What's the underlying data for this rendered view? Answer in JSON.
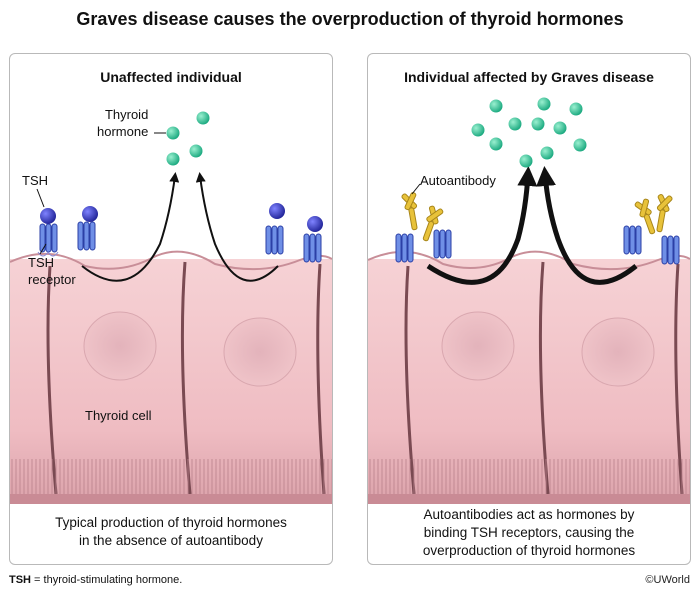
{
  "title": "Graves disease causes the overproduction of thyroid hormones",
  "left_panel": {
    "heading": "Unaffected individual",
    "label_thyroid_hormone_line1": "Thyroid",
    "label_thyroid_hormone_line2": "hormone",
    "label_tsh": "TSH",
    "label_tsh_receptor_line1": "TSH",
    "label_tsh_receptor_line2": "receptor",
    "label_thyroid_cell": "Thyroid cell",
    "caption_line1": "Typical production of thyroid hormones",
    "caption_line2": "in the absence of autoantibody"
  },
  "right_panel": {
    "heading": "Individual affected by Graves disease",
    "label_autoantibody": "Autoantibody",
    "caption_line1": "Autoantibodies act as hormones by",
    "caption_line2": "binding TSH receptors, causing the",
    "caption_line3": "overproduction of thyroid hormones"
  },
  "footnote": {
    "abbr": "TSH",
    "definition": " = thyroid-stimulating hormone."
  },
  "copyright": "©UWorld",
  "colors": {
    "cell_fill": "#f2c4c8",
    "cell_shadow": "#d69aa2",
    "hormone": "#2ec79a",
    "tsh": "#3b3fc4",
    "receptor": "#6f8fe6",
    "autoantibody": "#e8c23a"
  }
}
